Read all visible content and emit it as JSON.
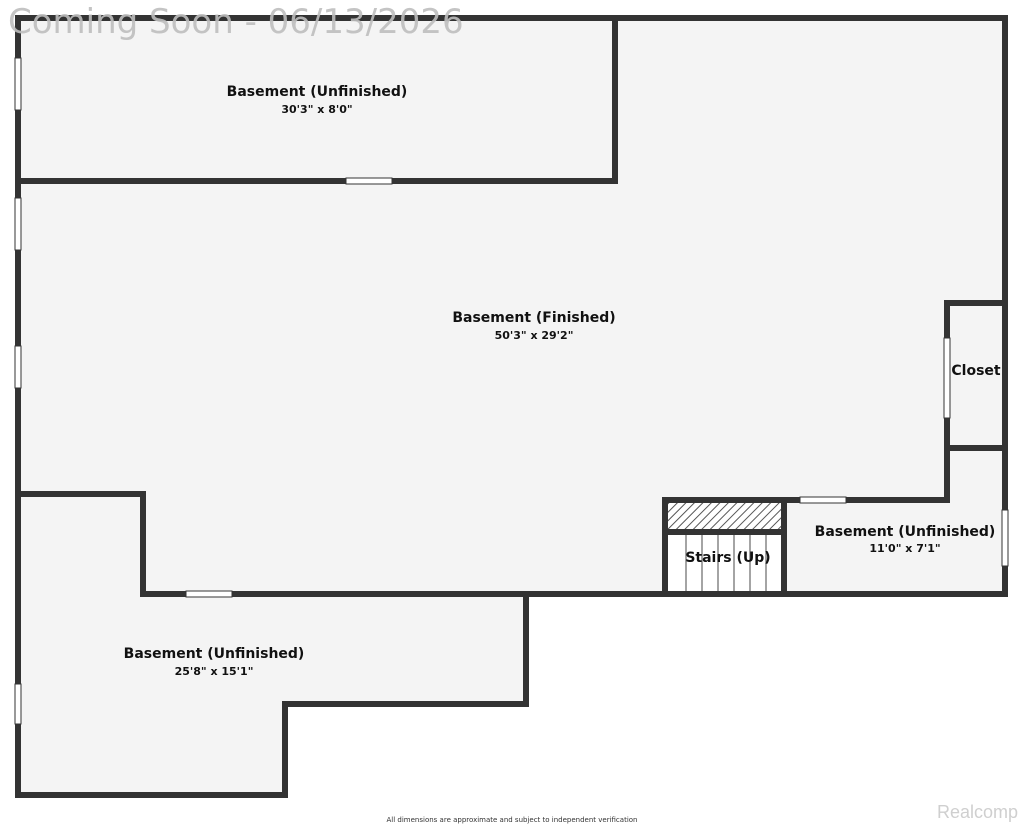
{
  "watermark": "Coming Soon - 06/13/2026",
  "rooms": {
    "unfinished_top": {
      "name": "Basement (Unfinished)",
      "dims": "30'3\" x 8'0\""
    },
    "finished": {
      "name": "Basement (Finished)",
      "dims": "50'3\" x 29'2\""
    },
    "closet": {
      "name": "Closet"
    },
    "unfinished_right": {
      "name": "Basement (Unfinished)",
      "dims": "11'0\" x 7'1\""
    },
    "stairs": {
      "name": "Stairs (Up)"
    },
    "unfinished_bottom": {
      "name": "Basement (Unfinished)",
      "dims": "25'8\" x 15'1\""
    }
  },
  "footnote": "All dimensions are approximate and subject to independent verification",
  "brand": "Realcomp",
  "colors": {
    "wall": "#333333",
    "floor": "#f4f4f4",
    "opening": "#ffffff"
  }
}
